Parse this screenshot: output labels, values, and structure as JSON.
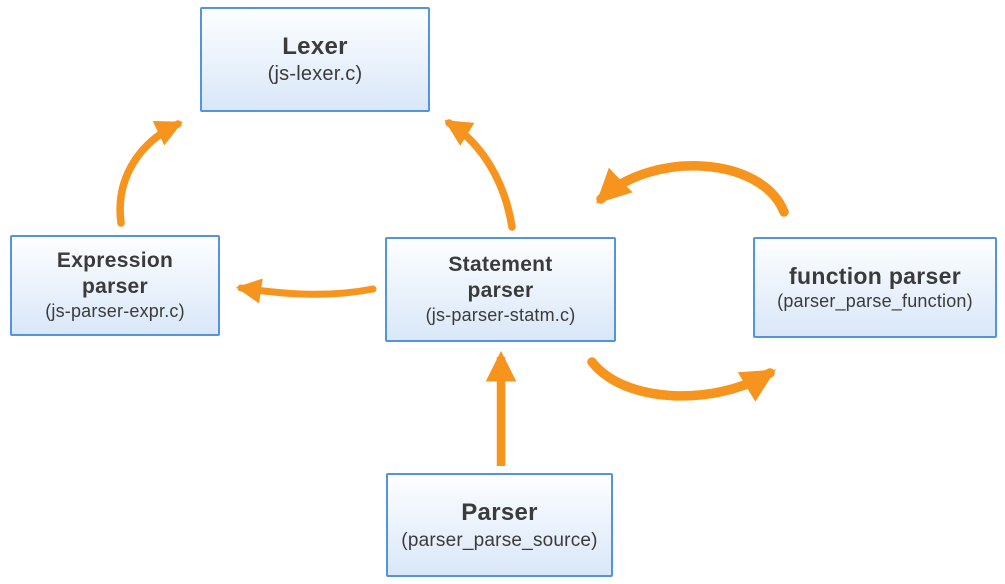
{
  "diagram": {
    "type": "module-dependency-diagram",
    "colors": {
      "arrow_color": "#f7941d",
      "box_border": "#5494dd",
      "box_fill_top": "#fdfeff",
      "box_fill_bottom": "#d9e7f8",
      "text_color": "#3b3b3b",
      "bg": "#ffffff"
    }
  },
  "nodes": {
    "lexer": {
      "title": "Lexer",
      "subtitle": "(js-lexer.c)"
    },
    "expression_parser": {
      "title_line1": "Expression",
      "title_line2": "parser",
      "subtitle": "(js-parser-expr.c)"
    },
    "statement_parser": {
      "title_line1": "Statement",
      "title_line2": "parser",
      "subtitle": "(js-parser-statm.c)"
    },
    "function_parser": {
      "title": "function parser",
      "subtitle": "(parser_parse_function)"
    },
    "parser": {
      "title": "Parser",
      "subtitle": "(parser_parse_source)"
    }
  },
  "edges": [
    {
      "from": "expression_parser",
      "to": "lexer"
    },
    {
      "from": "statement_parser",
      "to": "lexer"
    },
    {
      "from": "statement_parser",
      "to": "expression_parser"
    },
    {
      "from": "function_parser",
      "to": "statement_parser"
    },
    {
      "from": "statement_parser",
      "to": "function_parser"
    },
    {
      "from": "parser",
      "to": "statement_parser"
    }
  ]
}
